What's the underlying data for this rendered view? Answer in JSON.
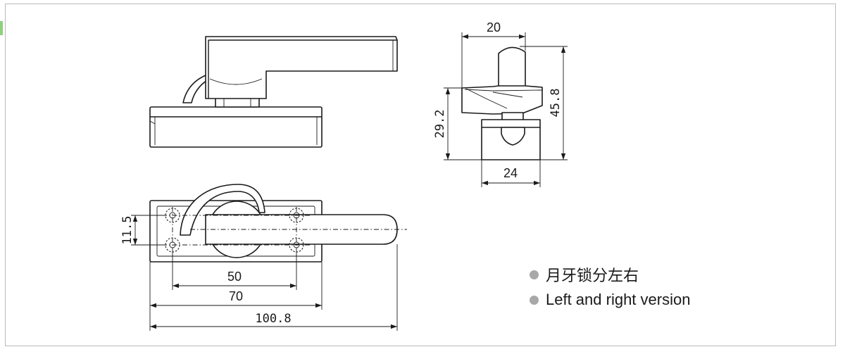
{
  "dimensions": {
    "top_width": "20",
    "total_height": "45.8",
    "lever_height": "29.2",
    "base_width": "24",
    "hole_spacing_vertical": "11.5",
    "hole_spacing": "50",
    "base_length": "70",
    "overall_length": "100.8"
  },
  "legend": {
    "items": [
      {
        "label": "月牙锁分左右"
      },
      {
        "label": "Left and right version"
      }
    ],
    "bullet_color": "#a8a8a8"
  }
}
